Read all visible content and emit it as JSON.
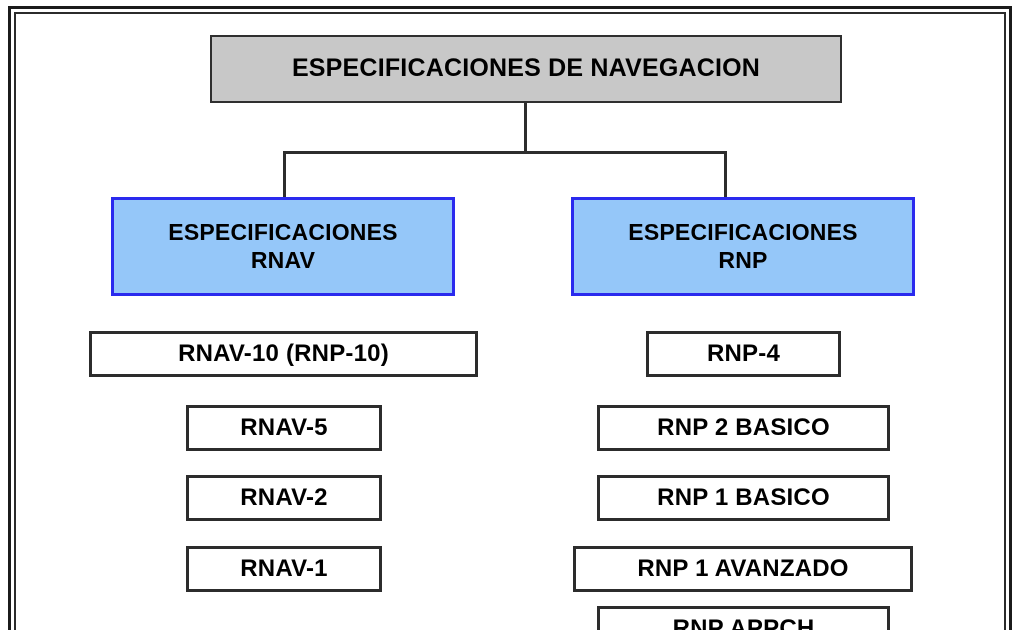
{
  "diagram": {
    "type": "hierarchy-tree",
    "title": "ESPECIFICACIONES DE NAVEGACION",
    "root": {
      "label": "ESPECIFICACIONES DE NAVEGACION",
      "fill": "#c8c8c8",
      "border": "#2f2f2f"
    },
    "branches": [
      {
        "id": "rnav",
        "line1": "ESPECIFICACIONES",
        "line2": "RNAV",
        "fill": "#95c7f9",
        "border": "#2a2aee",
        "children": [
          {
            "label": "RNAV-10 (RNP-10)"
          },
          {
            "label": "RNAV-5"
          },
          {
            "label": "RNAV-2"
          },
          {
            "label": "RNAV-1"
          }
        ]
      },
      {
        "id": "rnp",
        "line1": "ESPECIFICACIONES",
        "line2": "RNP",
        "fill": "#95c7f9",
        "border": "#2a2aee",
        "children": [
          {
            "label": "RNP-4"
          },
          {
            "label": "RNP 2 BASICO"
          },
          {
            "label": "RNP 1 BASICO"
          },
          {
            "label": "RNP 1 AVANZADO"
          },
          {
            "label": "RNP APPCH"
          }
        ]
      }
    ],
    "colors": {
      "leaf_fill": "#ffffff",
      "leaf_border": "#2c2c2c",
      "connector": "#2d2d2d",
      "frame": "#1b1b1b",
      "background": "#ffffff"
    }
  }
}
